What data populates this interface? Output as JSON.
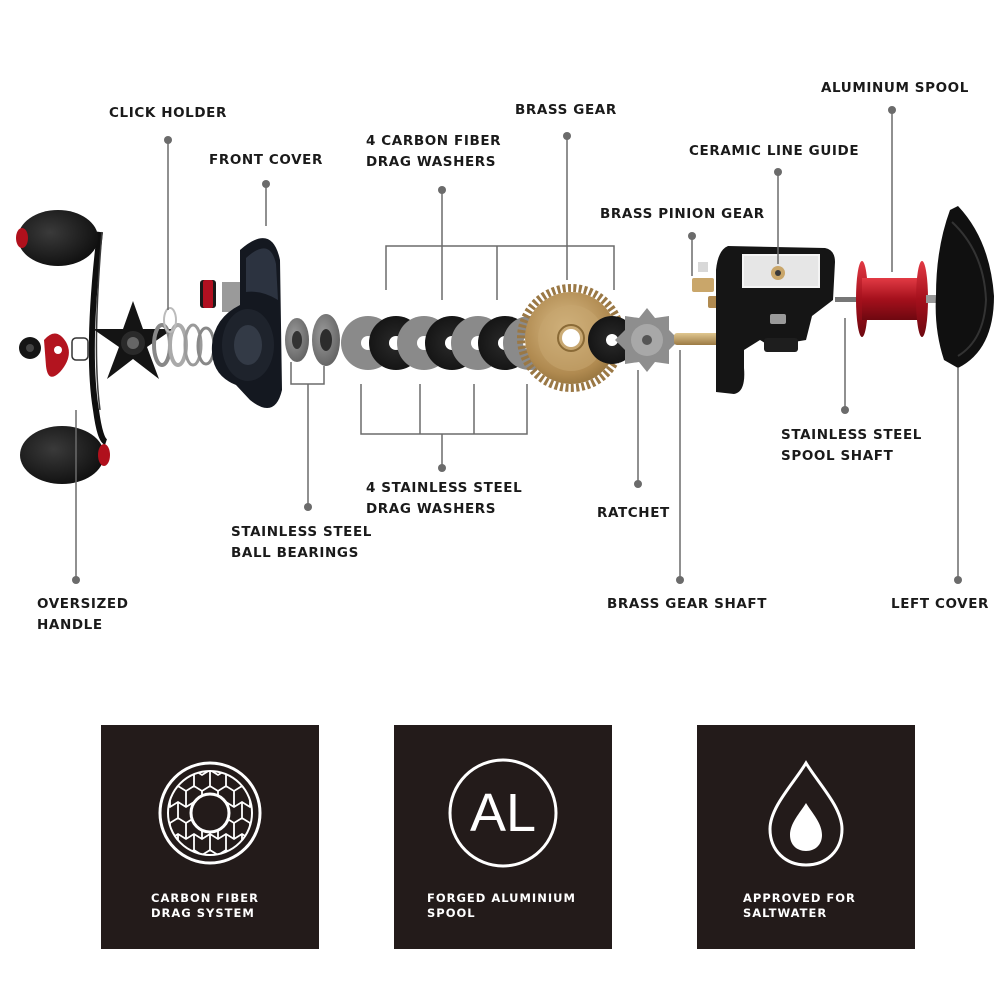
{
  "labels": {
    "click_holder": "CLICK HOLDER",
    "front_cover": "FRONT COVER",
    "carbon_washers_1": "4 CARBON FIBER",
    "carbon_washers_2": "DRAG WASHERS",
    "brass_gear": "BRASS GEAR",
    "ceramic_guide": "CERAMIC LINE GUIDE",
    "aluminum_spool": "ALUMINUM SPOOL",
    "pinion_gear": "BRASS PINION GEAR",
    "spool_shaft_1": "STAINLESS STEEL",
    "spool_shaft_2": "SPOOL SHAFT",
    "steel_washers_1": "4 STAINLESS STEEL",
    "steel_washers_2": "DRAG WASHERS",
    "ratchet": "RATCHET",
    "bearings_1": "STAINLESS STEEL",
    "bearings_2": "BALL BEARINGS",
    "handle_1": "OVERSIZED",
    "handle_2": "HANDLE",
    "gear_shaft": "BRASS GEAR SHAFT",
    "left_cover": "LEFT COVER"
  },
  "features": [
    {
      "icon": "carbon-fiber-icon",
      "line1": "CARBON FIBER",
      "line2": "DRAG SYSTEM"
    },
    {
      "icon": "aluminum-icon",
      "icon_text": "AL",
      "line1": "FORGED ALUMINIUM",
      "line2": "SPOOL"
    },
    {
      "icon": "water-drop-icon",
      "line1": "APPROVED FOR",
      "line2": "SALTWATER"
    }
  ],
  "colors": {
    "card_bg": "#231b1a",
    "leader": "#6b6b6b",
    "accent_red": "#c0182a",
    "brass": "#b8935a"
  }
}
